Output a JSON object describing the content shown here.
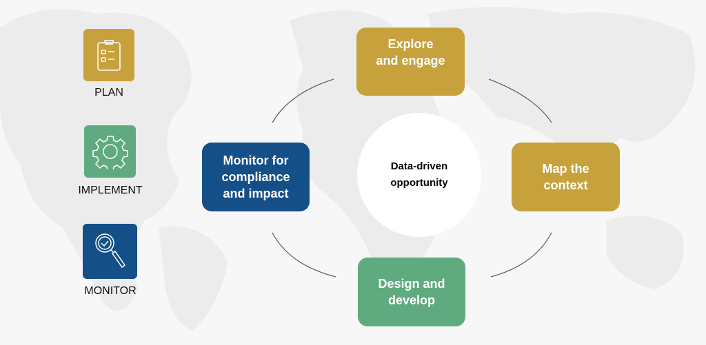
{
  "legend": [
    {
      "label": "PLAN",
      "icon": "clipboard-icon",
      "color": "#c6a13c"
    },
    {
      "label": "IMPLEMENT",
      "icon": "gear-icon",
      "color": "#5fab7f"
    },
    {
      "label": "MONITOR",
      "icon": "magnifier-check-icon",
      "color": "#154f87"
    }
  ],
  "cycle": {
    "center": {
      "line1": "Data-driven",
      "line2": "opportunity"
    },
    "steps": [
      {
        "line1": "Explore",
        "line2": "and engage",
        "color": "#c6a13c"
      },
      {
        "line1": "Map the",
        "line2": "context",
        "color": "#c6a13c"
      },
      {
        "line1": "Design and",
        "line2": "develop",
        "color": "#5fab7f"
      },
      {
        "line1": "Monitor for",
        "line2": "compliance",
        "line3": "and impact",
        "color": "#154f87"
      }
    ]
  }
}
